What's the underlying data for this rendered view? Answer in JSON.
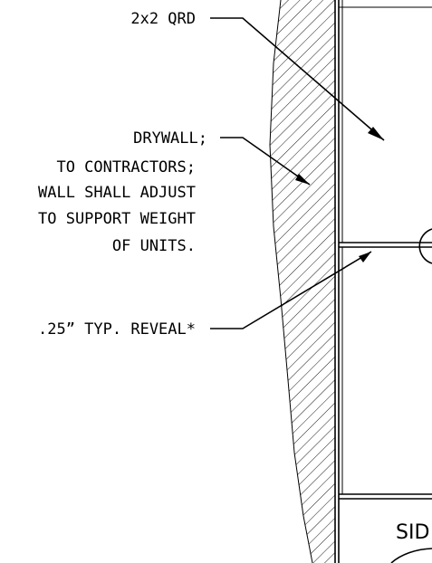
{
  "drawing": {
    "callouts": {
      "qrd": "2x2 QRD",
      "drywall": [
        "DRYWALL;",
        "TO CONTRACTORS;",
        "WALL SHALL ADJUST",
        "TO SUPPORT WEIGHT",
        "OF UNITS."
      ],
      "reveal": ".25” TYP. REVEAL*"
    },
    "section_label": "SID"
  },
  "colors": {
    "ink": "#000000",
    "paper": "#ffffff"
  }
}
